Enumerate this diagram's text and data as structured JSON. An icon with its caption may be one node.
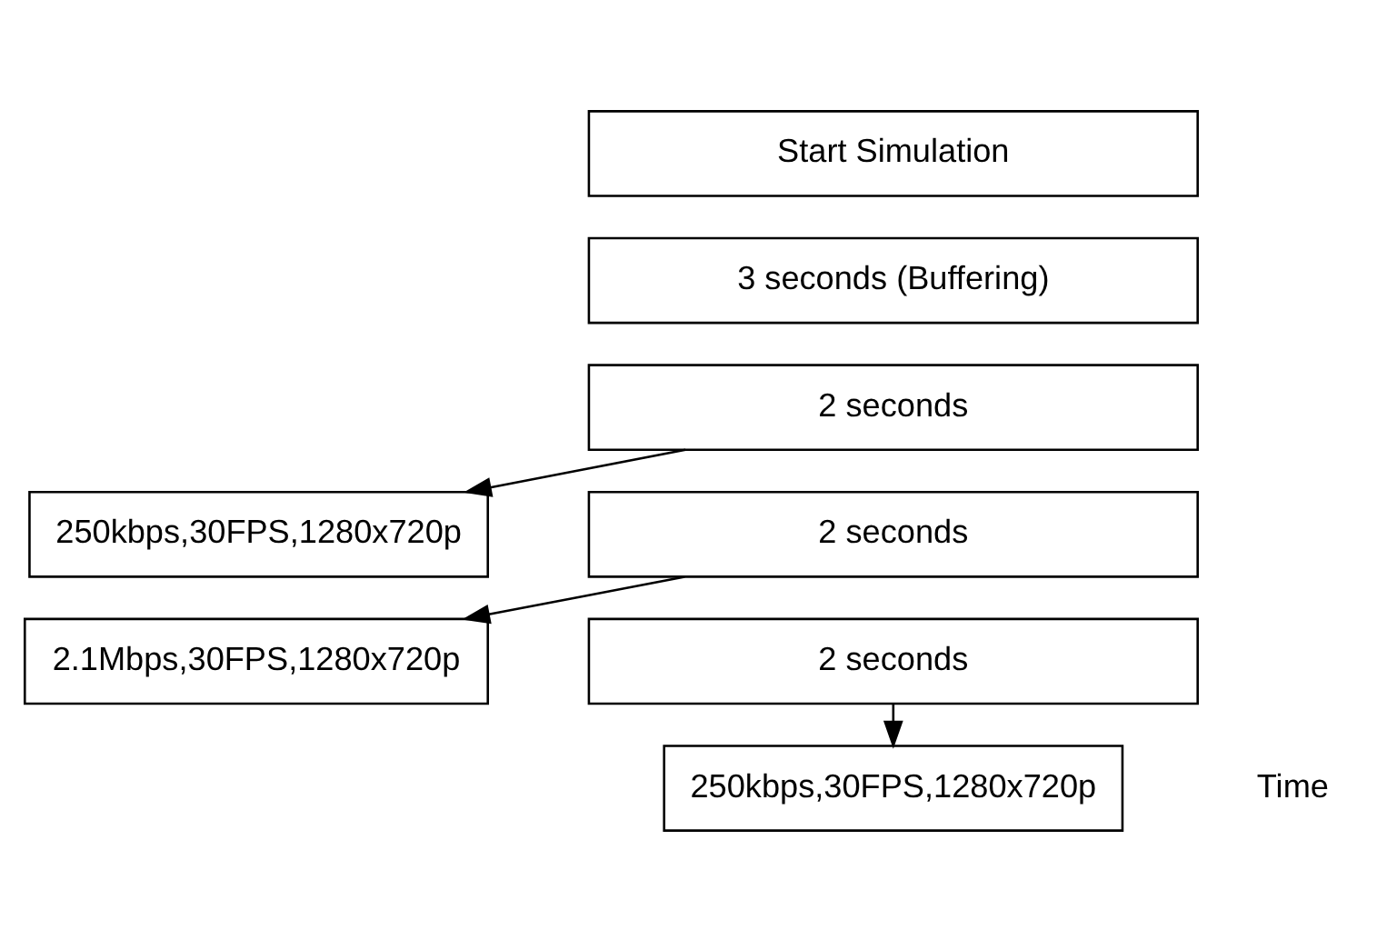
{
  "diagram": {
    "nodes": [
      {
        "text": [
          "Start Simulation"
        ]
      },
      {
        "text": [
          "3 seconds (Buffering)"
        ]
      },
      {
        "text": [
          "2 seconds"
        ]
      },
      {
        "text": [
          "250kbps,30FPS,1280x720p"
        ]
      },
      {
        "text": [
          "2 seconds"
        ]
      },
      {
        "text": [
          "2.1Mbps,30FPS,1280x720p"
        ]
      },
      {
        "text": [
          "2 seconds"
        ]
      },
      {
        "text": [
          "250kbps,30FPS,1280x720p"
        ]
      }
    ],
    "edges": [
      {
        "from": 2,
        "to": 3,
        "arrow": "to"
      },
      {
        "from": 4,
        "to": 5,
        "arrow": "to"
      },
      {
        "from": 6,
        "to": 7,
        "arrow": "to"
      }
    ],
    "labels": [
      "Time"
    ]
  }
}
